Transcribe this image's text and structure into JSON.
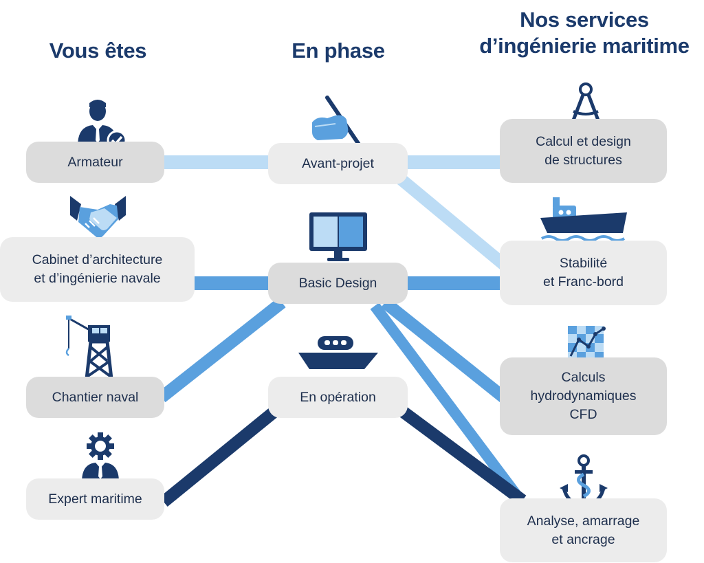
{
  "titles": {
    "col1": "Vous êtes",
    "col2": "En phase",
    "col3_line1": "Nos services",
    "col3_line2": "d’ingénierie maritime"
  },
  "actors": [
    {
      "lines": [
        "Armateur"
      ],
      "icon": "businessman-check-icon"
    },
    {
      "lines": [
        "Cabinet d’architecture",
        "et d’ingénierie navale"
      ],
      "icon": "handshake-icon"
    },
    {
      "lines": [
        "Chantier naval"
      ],
      "icon": "shipyard-crane-icon"
    },
    {
      "lines": [
        "Expert maritime"
      ],
      "icon": "expert-gear-icon"
    }
  ],
  "phases": [
    {
      "lines": [
        "Avant-projet"
      ],
      "icon": "hand-pen-icon"
    },
    {
      "lines": [
        "Basic Design"
      ],
      "icon": "monitor-icon"
    },
    {
      "lines": [
        "En opération"
      ],
      "icon": "boat-icon"
    }
  ],
  "services": [
    {
      "lines": [
        "Calcul et design",
        "de structures"
      ],
      "icon": "compass-icon"
    },
    {
      "lines": [
        "Stabilité",
        "et Franc-bord"
      ],
      "icon": "ship-waves-icon"
    },
    {
      "lines": [
        "Calculs",
        "hydrodynamiques",
        "CFD"
      ],
      "icon": "cfd-grid-icon"
    },
    {
      "lines": [
        "Analyse, amarrage",
        "et ancrage"
      ],
      "icon": "anchor-icon"
    }
  ],
  "colors": {
    "title": "#1b3a6b",
    "link_light": "#bcdcf5",
    "link_mid": "#5aa0de",
    "link_dark": "#1b3a6b",
    "node_grey": "#dcdcdc",
    "node_light": "#ececec"
  }
}
